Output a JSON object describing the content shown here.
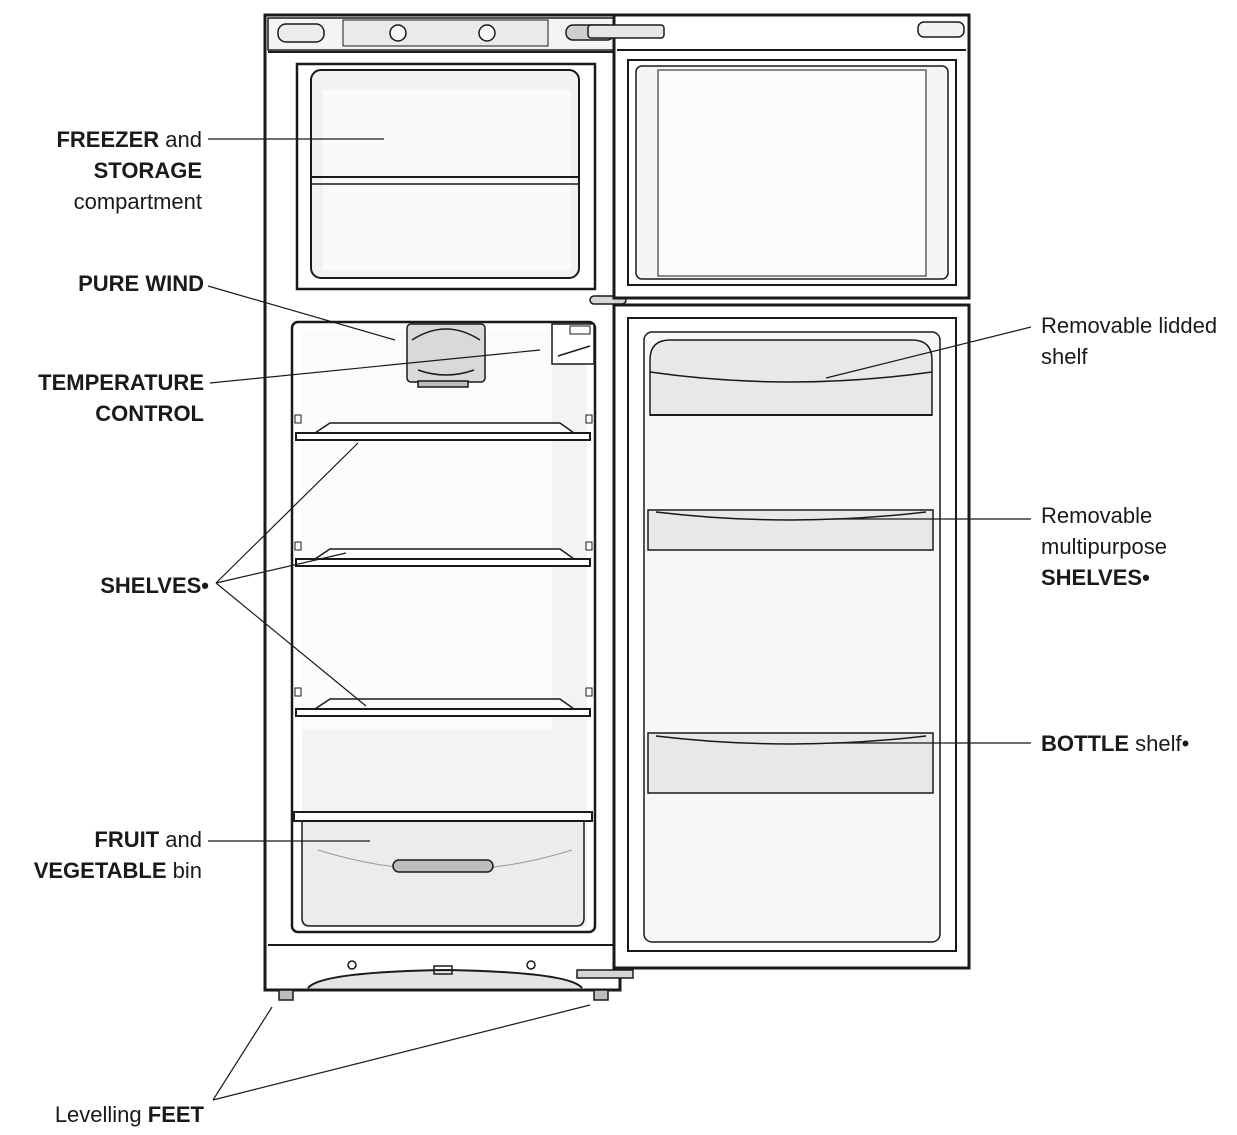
{
  "labels": {
    "freezer": {
      "b1": "FREEZER",
      "t1": " and",
      "b2": "STORAGE",
      "t3": "compartment"
    },
    "pure_wind": {
      "b1": "PURE WIND"
    },
    "temperature": {
      "b1": "TEMPERATURE",
      "b2": "CONTROL"
    },
    "shelves_left": {
      "b1": "SHELVES",
      "t1": "•"
    },
    "fruit": {
      "b1": "FRUIT",
      "t1": " and",
      "b2": "VEGETABLE",
      "t2": " bin"
    },
    "feet": {
      "t1": "Levelling ",
      "b1": "FEET"
    },
    "lidded": {
      "t1": "Removable lidded",
      "t2": "shelf"
    },
    "multipurpose": {
      "t1": "Removable",
      "t2": "multipurpose",
      "b3": "SHELVES",
      "t3": "•"
    },
    "bottle": {
      "b1": "BOTTLE",
      "t1": " shelf•"
    }
  }
}
